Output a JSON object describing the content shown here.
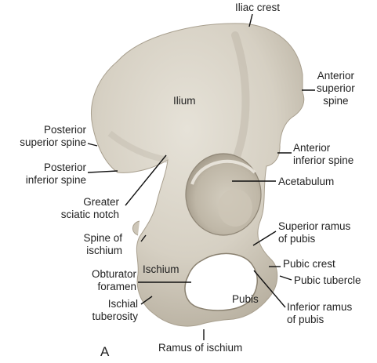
{
  "labels": {
    "iliac_crest": "Iliac crest",
    "ilium": "Ilium",
    "anterior_superior_spine": [
      "Anterior",
      "superior",
      "spine"
    ],
    "posterior_superior_spine": [
      "Posterior",
      "superior spine"
    ],
    "anterior_inferior_spine": [
      "Anterior",
      "inferior spine"
    ],
    "posterior_inferior_spine": [
      "Posterior",
      "inferior spine"
    ],
    "acetabulum": "Acetabulum",
    "greater_sciatic_notch": [
      "Greater",
      "sciatic notch"
    ],
    "superior_ramus_of_pubis": [
      "Superior ramus",
      "of pubis"
    ],
    "spine_of_ischium": [
      "Spine of",
      "ischium"
    ],
    "ischium": "Ischium",
    "pubic_crest": "Pubic crest",
    "obturator_foramen": [
      "Obturator",
      "foramen"
    ],
    "pubic_tubercle": "Pubic tubercle",
    "pubis": "Pubis",
    "inferior_ramus_of_pubis": [
      "Inferior ramus",
      "of pubis"
    ],
    "ischial_tuberosity": [
      "Ischial",
      "tuberosity"
    ],
    "ramus_of_ischium": "Ramus of ischium",
    "panel_letter": "A"
  },
  "colors": {
    "bone": "#d9d4c8",
    "bone_shadow": "#b9b2a3",
    "leader_line": "#111111",
    "text": "#222222"
  }
}
